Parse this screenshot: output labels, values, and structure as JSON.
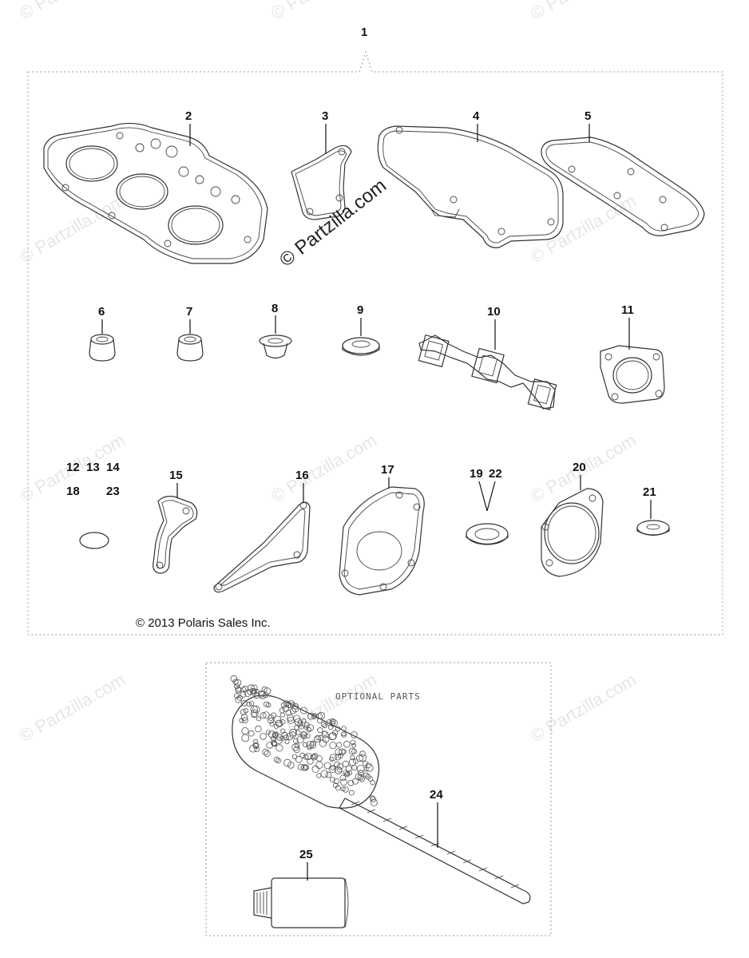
{
  "watermark": {
    "text": "© Partzilla.com"
  },
  "copyright": "© 2013 Polaris Sales Inc.",
  "optional_box": {
    "title": "OPTIONAL PARTS"
  },
  "callouts": {
    "c1": "1",
    "c2": "2",
    "c3": "3",
    "c4": "4",
    "c5": "5",
    "c6": "6",
    "c7": "7",
    "c8": "8",
    "c9": "9",
    "c10": "10",
    "c11": "11",
    "c12": "12",
    "c13": "13",
    "c14": "14",
    "c18": "18",
    "c23": "23",
    "c15": "15",
    "c16": "16",
    "c17": "17",
    "c19": "19",
    "c22": "22",
    "c20": "20",
    "c21": "21",
    "c24": "24",
    "c25": "25"
  },
  "colors": {
    "line": "#333333",
    "watermark": "#e6e6e6"
  }
}
